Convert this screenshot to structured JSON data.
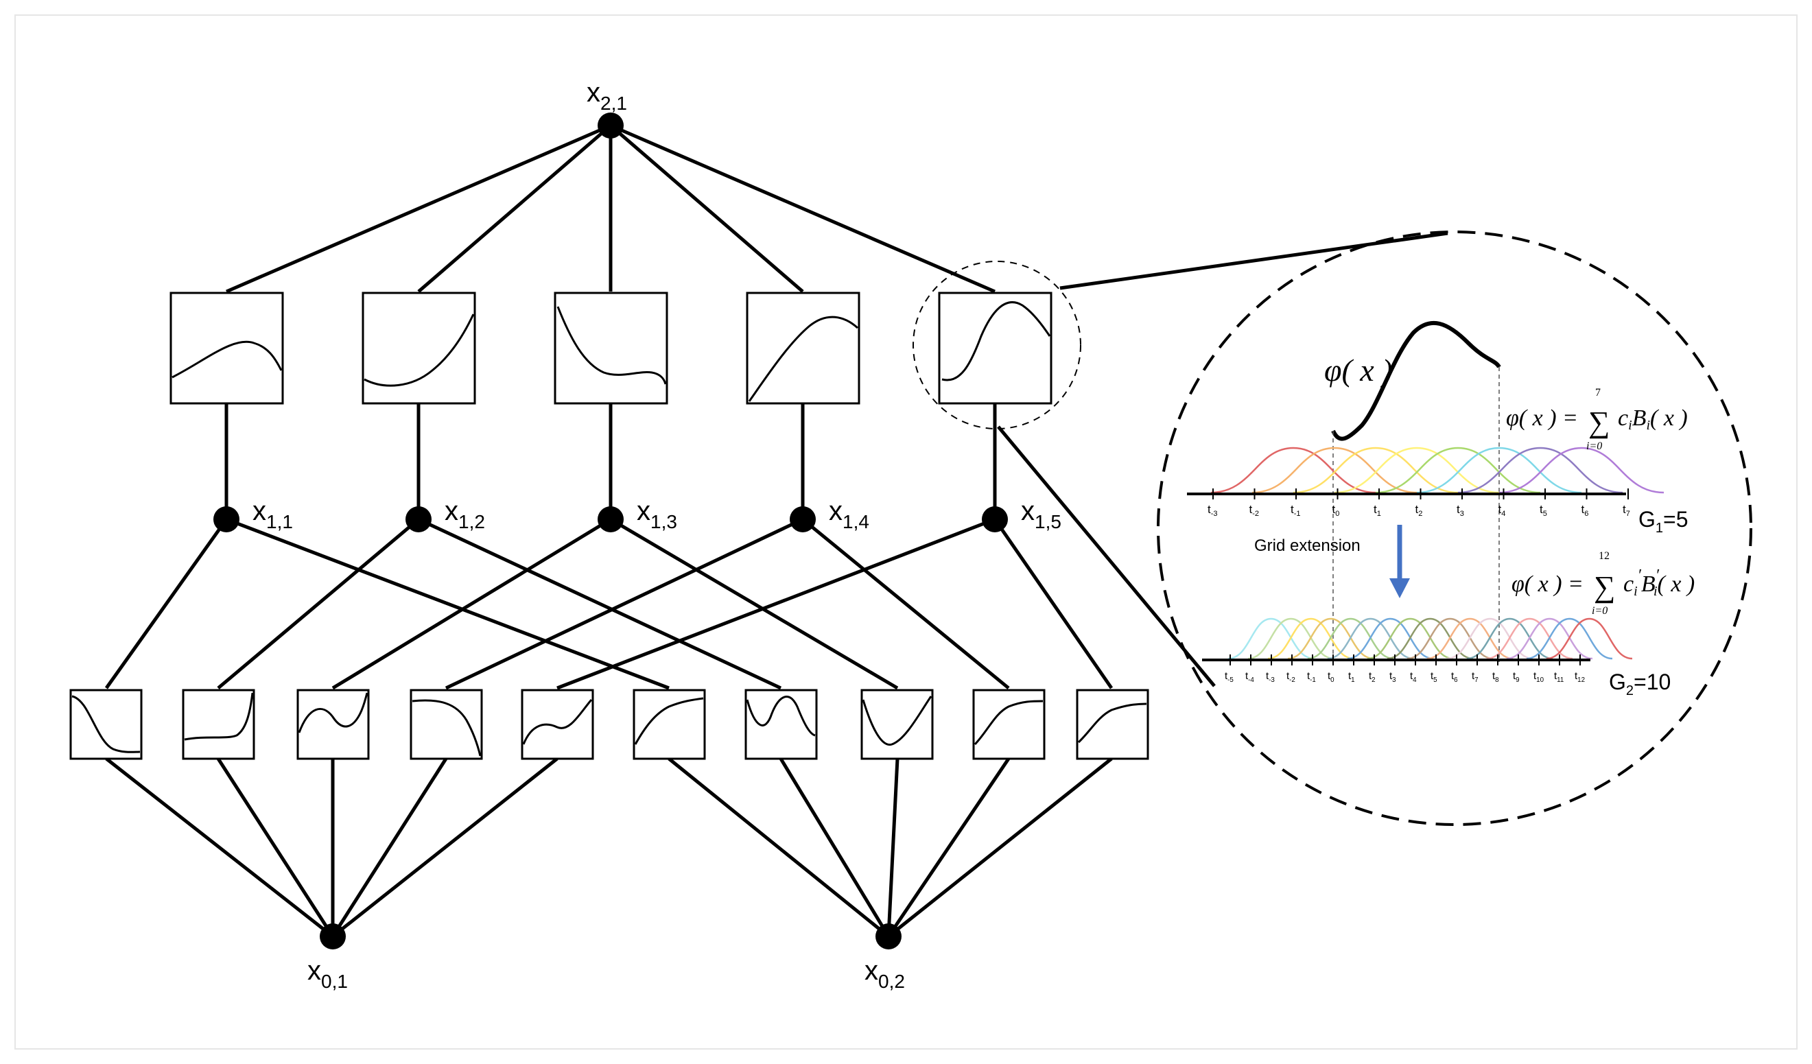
{
  "network": {
    "output_node": "x",
    "output_sub": "2,1",
    "hidden_nodes": [
      {
        "name": "x",
        "sub": "1,1"
      },
      {
        "name": "x",
        "sub": "1,2"
      },
      {
        "name": "x",
        "sub": "1,3"
      },
      {
        "name": "x",
        "sub": "1,4"
      },
      {
        "name": "x",
        "sub": "1,5"
      }
    ],
    "input_nodes": [
      {
        "name": "x",
        "sub": "0,1"
      },
      {
        "name": "x",
        "sub": "0,2"
      }
    ]
  },
  "zoom": {
    "phi_label": "φ( x )",
    "eq1_lhs": "φ( x ) =",
    "eq1_sum_top": "7",
    "eq1_sum_bottom": "i=0",
    "eq1_term": "c",
    "eq1_sub": "i",
    "eq1_basis": "B",
    "eq1_basis_sub": "i",
    "eq1_arg": "( x )",
    "eq2_lhs": "φ( x ) =",
    "eq2_sum_top": "12",
    "eq2_sum_bottom": "i=0",
    "eq2_term": "c",
    "eq2_sub": "i",
    "eq2_prime": "′",
    "eq2_basis": "B",
    "eq2_basis_prime": "′",
    "eq2_basis_sub": "i",
    "eq2_arg": "( x )",
    "grid1_label": "G",
    "grid1_sub": "1",
    "grid1_value": "=5",
    "grid2_label": "G",
    "grid2_sub": "2",
    "grid2_value": "=10",
    "extension_label": "Grid extension",
    "grid1_ticks": [
      "t-3",
      "t-2",
      "t-1",
      "t0",
      "t1",
      "t2",
      "t3",
      "t4",
      "t5",
      "t6",
      "t7"
    ],
    "grid2_ticks": [
      "t-5",
      "t-4",
      "t-3",
      "t-2",
      "t-1",
      "t0",
      "t1",
      "t2",
      "t3",
      "t4",
      "t5",
      "t6",
      "t7",
      "t8",
      "t9",
      "t10",
      "t11",
      "t12"
    ]
  },
  "colors": {
    "line": "#000000",
    "arrow": "#4472C4",
    "basis1": [
      "#E06666",
      "#F6B26B",
      "#FFE066",
      "#FFF27A",
      "#A9D96C",
      "#7FD8E8",
      "#8E7CC3",
      "#B07CD8"
    ],
    "basis2": [
      "#A6E8F0",
      "#C5E0A5",
      "#FFE066",
      "#E8C56B",
      "#A9D08E",
      "#8FB8C8",
      "#6FA8DC",
      "#A8C878",
      "#8E9A6A",
      "#C0A080",
      "#F4B183",
      "#EAD1DC",
      "#76A5AF",
      "#F4A6A6",
      "#C9A0DC",
      "#6FA8DC",
      "#E06666"
    ]
  }
}
